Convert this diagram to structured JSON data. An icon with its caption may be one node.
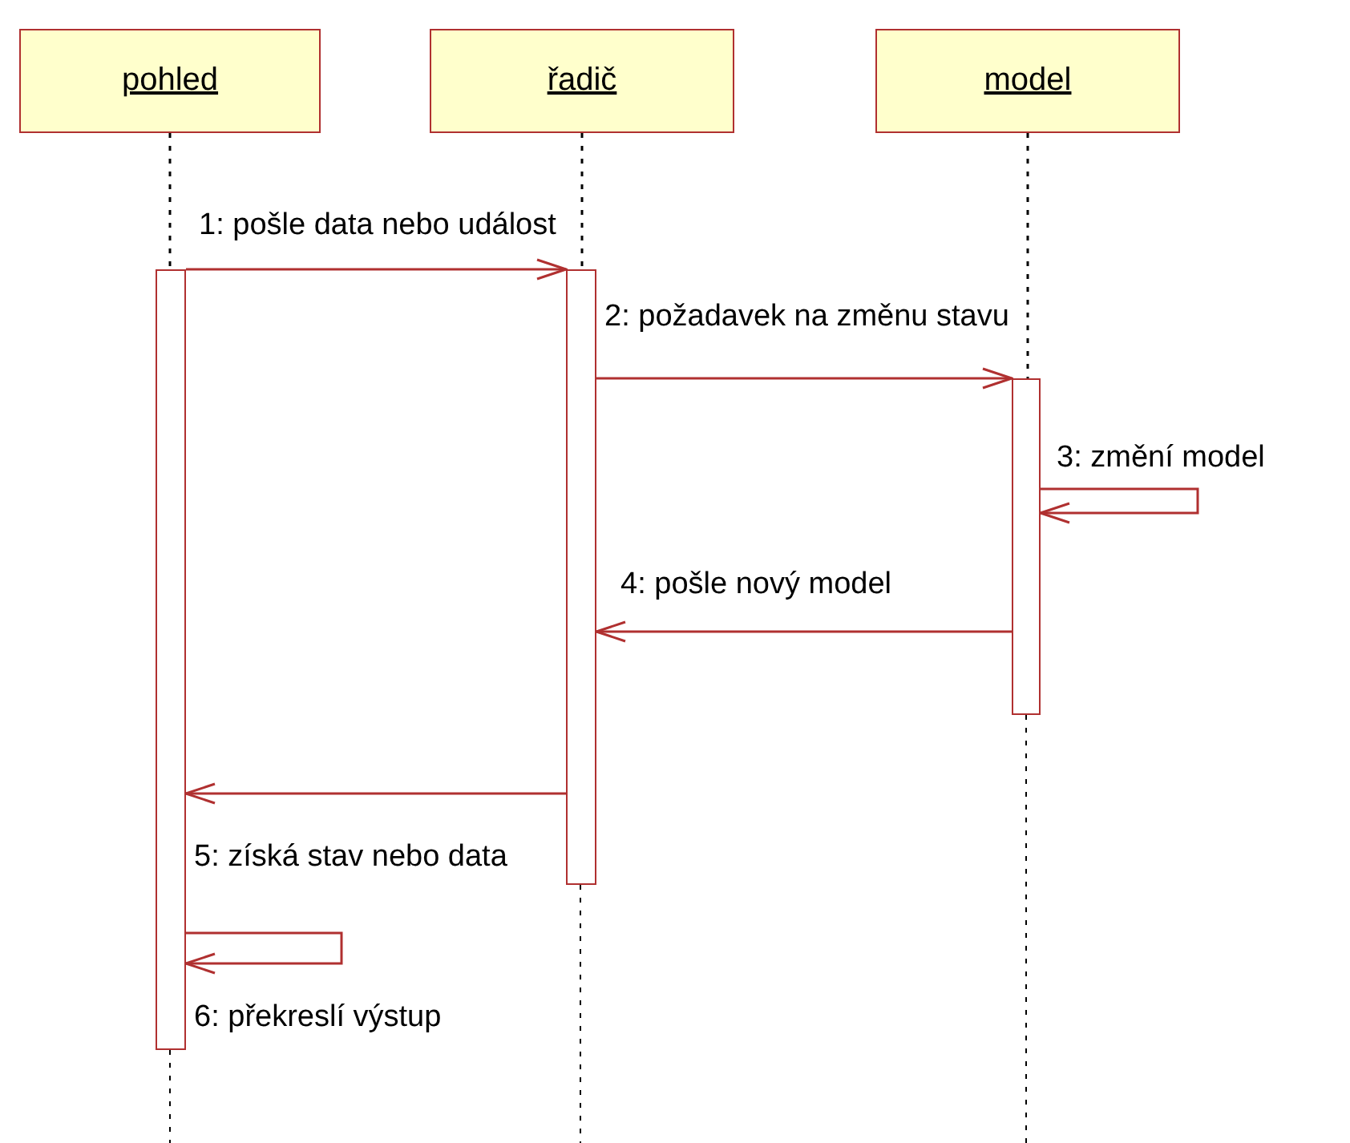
{
  "diagram": {
    "nodes": [
      {
        "text": [
          "pohled"
        ]
      },
      {
        "text": [
          "řadič"
        ]
      },
      {
        "text": [
          "model"
        ]
      },
      {
        "text": [],
        "shape": "bar"
      },
      {
        "text": [],
        "shape": "bar"
      },
      {
        "text": [],
        "shape": "bar"
      }
    ],
    "edges": [
      {
        "from": 0,
        "to": 3,
        "arrow": "none",
        "style": "dashed",
        "color": "#000000"
      },
      {
        "from": 1,
        "to": 4,
        "arrow": "none",
        "style": "dashed",
        "color": "#000000"
      },
      {
        "from": 2,
        "to": 5,
        "arrow": "none",
        "style": "dashed",
        "color": "#000000"
      },
      {
        "from": 3,
        "to": 4,
        "arrow": "to",
        "label": "1: pošle data nebo událost"
      },
      {
        "from": 4,
        "to": 5,
        "arrow": "to",
        "label": "2: požadavek na změnu stavu"
      },
      {
        "from": 5,
        "to": 5,
        "arrow": "to",
        "label": "3: změní model"
      },
      {
        "from": 5,
        "to": 4,
        "arrow": "to",
        "label": "4: pošle nový model"
      },
      {
        "from": 4,
        "to": 3,
        "arrow": "to",
        "label": "5: získá stav nebo data"
      },
      {
        "from": 3,
        "to": 3,
        "arrow": "to",
        "label": "6: překreslí výstup"
      }
    ]
  }
}
